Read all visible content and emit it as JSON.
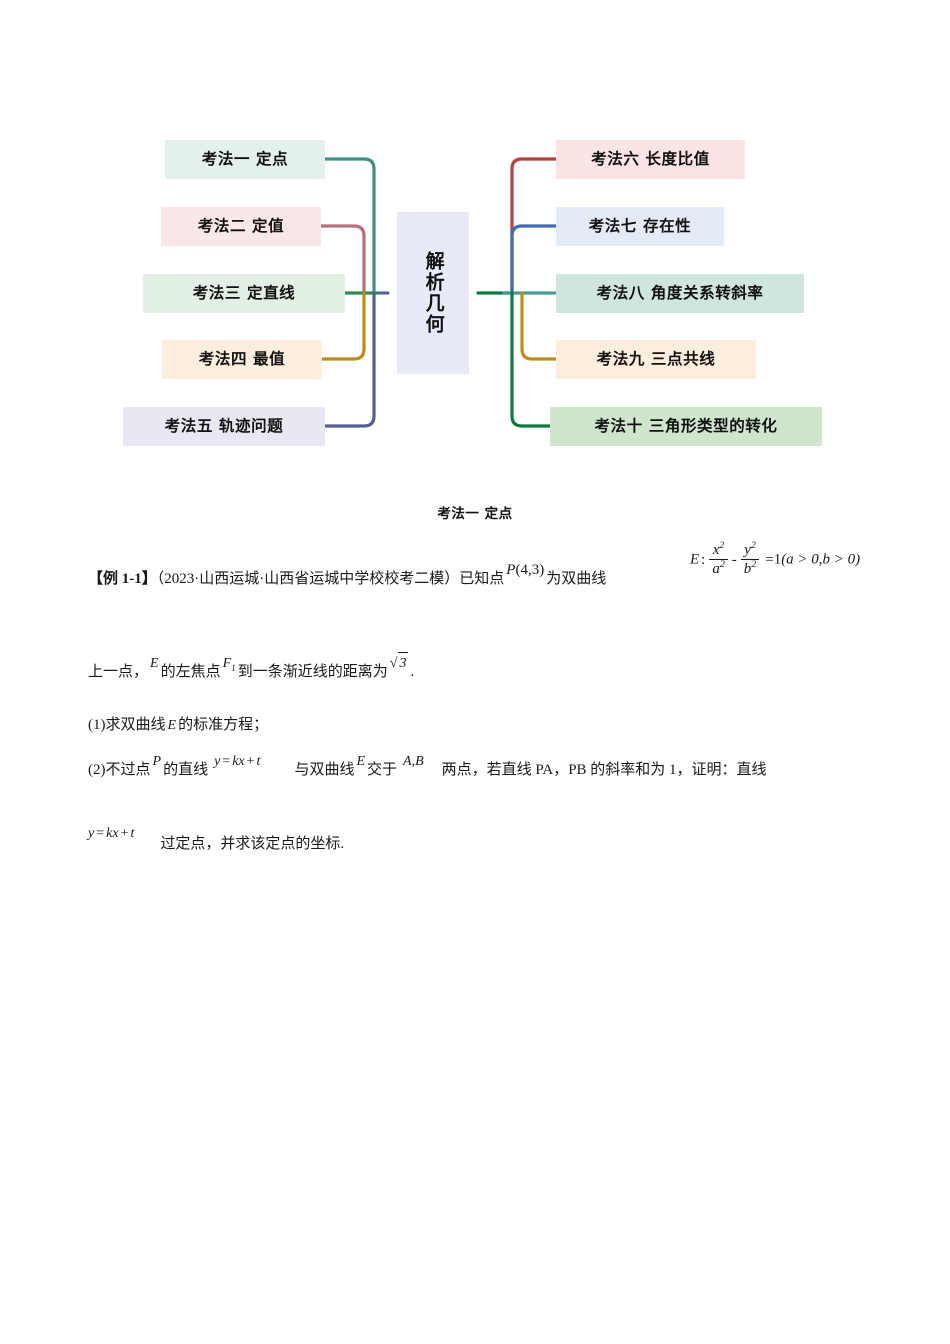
{
  "mindmap": {
    "center": {
      "label": "解析几何"
    },
    "left_branches": [
      {
        "label": "考法一  定点",
        "fill": "#e4f0ec",
        "line": "#3f9083"
      },
      {
        "label": "考法二  定值",
        "fill": "#fbe6e8",
        "line": "#b5707a"
      },
      {
        "label": "考法三  定直线",
        "fill": "#e2efe3",
        "line": "#2e8b57"
      },
      {
        "label": "考法四  最值",
        "fill": "#fdeedd",
        "line": "#c08c17"
      },
      {
        "label": "考法五  轨迹问题",
        "fill": "#e7e8f1",
        "line": "#545e95"
      }
    ],
    "right_branches": [
      {
        "label": "考法六  长度比值",
        "fill": "#fbe4e3",
        "line": "#b5413a"
      },
      {
        "label": "考法七  存在性",
        "fill": "#e3ebf7",
        "line": "#3d6cb0"
      },
      {
        "label": "考法八  角度关系转斜率",
        "fill": "#cfe5df",
        "line": "#4a9b93"
      },
      {
        "label": "考法九    三点共线",
        "fill": "#fceedd",
        "line": "#c08c17"
      },
      {
        "label": "考法十  三角形类型的转化",
        "fill": "#cfe6cd",
        "line": "#0e7a42"
      }
    ]
  },
  "document": {
    "section_title": "考法一  定点",
    "example_label": "【例 1-1】",
    "source": "（2023·山西运城·山西省运城中学校校考二模）",
    "stem_1": "已知点",
    "point_P": "P(4,3)",
    "stem_2": "为双曲线",
    "equation_E": "E : x²/a² - y²/b² =1(a>0,b>0)",
    "line2_1": "上一点，",
    "sym_E": "E",
    "line2_2": "的左焦点",
    "sym_F1": "F₁",
    "line2_3": "到一条渐近线的距离为",
    "sqrt3": "√3",
    "line2_4": ".",
    "q1_a": "(1)求双曲线",
    "q1_E": "E",
    "q1_b": "的标准方程；",
    "q2_a": "(2)不过点",
    "q2_P": "P",
    "q2_b": "的直线",
    "q2_line": "y = kx + t",
    "q2_c": "与双曲线",
    "q2_E": "E",
    "q2_d": "交于",
    "q2_AB": "A, B",
    "q2_e": "两点，若直线 PA，PB 的斜率和为 1，证明：直线",
    "q3_line": "y = kx + t",
    "q3_tail": "过定点，并求该定点的坐标.",
    "math": {
      "x": "x",
      "y": "y",
      "a": "a",
      "b": "b",
      "two": "2",
      "one": "1",
      "k": "k",
      "t": "t",
      "E": "E",
      "F": "F",
      "P": "P",
      "A": "A",
      "B": "B",
      "three": "3",
      "four": "4",
      "colon": ":",
      "minus": "-",
      "eq": "=",
      "gt0a": "(a > 0,b > 0)",
      "radsign": "√"
    }
  }
}
